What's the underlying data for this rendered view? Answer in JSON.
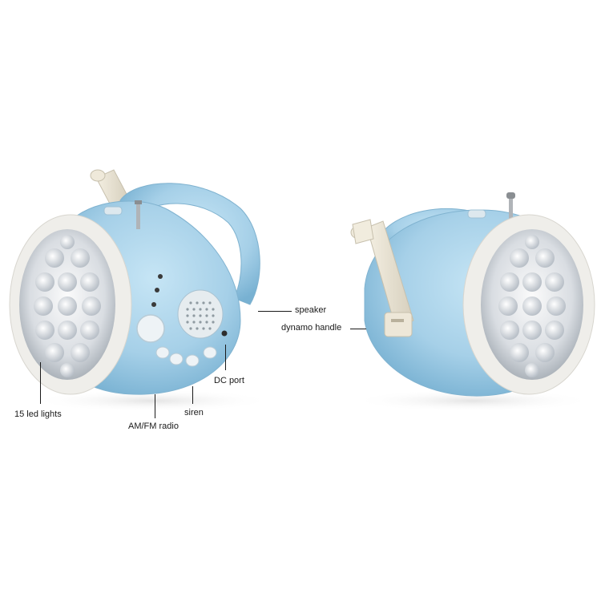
{
  "labels": {
    "speaker": "speaker",
    "dynamo_handle": "dynamo handle",
    "dc_port": "DC port",
    "led_lights": "15 led lights",
    "am_fm_radio": "AM/FM radio",
    "siren": "siren"
  },
  "colors": {
    "body_blue": "#a9d3ea",
    "body_shadow": "#7eb7d6",
    "rim_white": "#f1f0ec",
    "handle_cream": "#ece6d6",
    "grille_gray": "#c9c9c9",
    "text": "#1a1a1a"
  }
}
